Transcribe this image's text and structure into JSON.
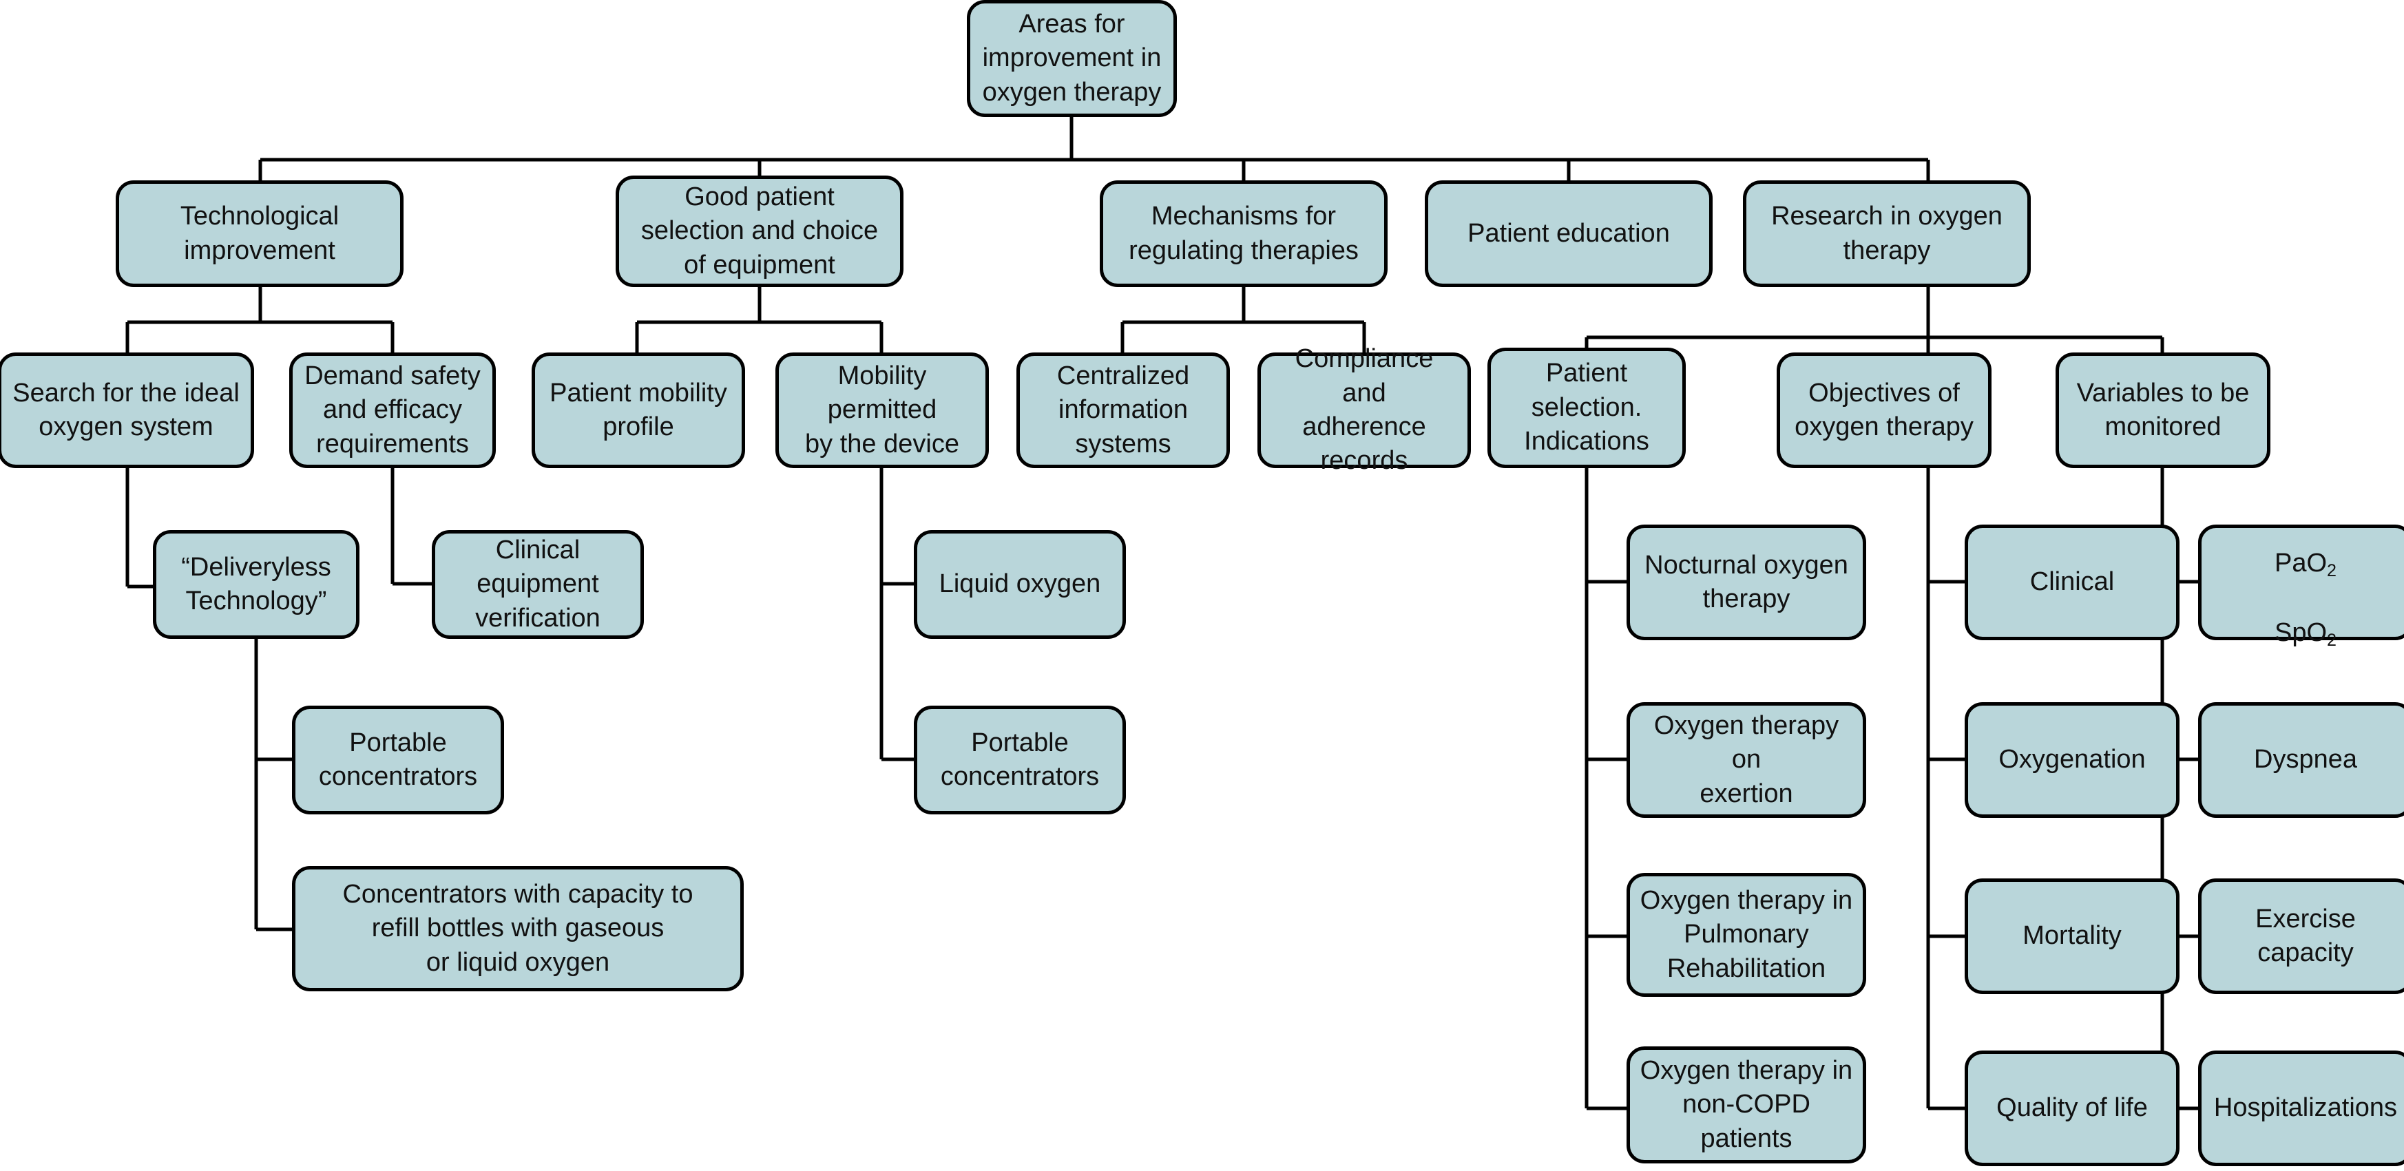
{
  "diagram": {
    "title": "Areas for improvement in oxygen therapy",
    "node_fill_color": "#b9d6da",
    "node_border_color": "#000000",
    "connector_color": "#000000",
    "background_color": "#ffffff"
  },
  "nodes": {
    "root": {
      "label": "Areas for\nimprovement in\noxygen therapy"
    },
    "l2_technological": {
      "label": "Technological\nimprovement"
    },
    "l2_good_patient": {
      "label": "Good patient\nselection and choice\nof equipment"
    },
    "l2_mechanisms": {
      "label": "Mechanisms for\nregulating therapies"
    },
    "l2_patient_education": {
      "label": "Patient education"
    },
    "l2_research": {
      "label": "Research in oxygen\ntherapy"
    },
    "l3_search_ideal": {
      "label": "Search for the ideal\noxygen system"
    },
    "l3_demand_safety": {
      "label": "Demand safety\nand efficacy\nrequirements"
    },
    "l3_patient_mobility": {
      "label": "Patient mobility\nprofile"
    },
    "l3_mobility_device": {
      "label": "Mobility permitted\nby the device"
    },
    "l3_centralized": {
      "label": "Centralized\ninformation\nsystems"
    },
    "l3_compliance": {
      "label": "Compliance\nand\nadherence records"
    },
    "l3_patient_selection": {
      "label": "Patient\nselection.\nIndications"
    },
    "l3_objectives": {
      "label": "Objectives of\noxygen therapy"
    },
    "l3_variables": {
      "label": "Variables to be\nmonitored"
    },
    "l4_deliveryless": {
      "label": "“Deliveryless\nTechnology”"
    },
    "l4_clinical_equipment": {
      "label": "Clinical equipment\nverification"
    },
    "l4_liquid_oxygen": {
      "label": "Liquid oxygen"
    },
    "l4_portable_conc_mid": {
      "label": "Portable\nconcentrators"
    },
    "l5_portable_conc_left": {
      "label": "Portable\nconcentrators"
    },
    "l5_concentrators_refill": {
      "label": "Concentrators with capacity to\nrefill bottles with gaseous\nor liquid oxygen"
    },
    "l4_nocturnal": {
      "label": "Nocturnal oxygen\ntherapy"
    },
    "l4_exertion": {
      "label": "Oxygen therapy on\nexertion"
    },
    "l4_pulm_rehab": {
      "label": "Oxygen therapy in\nPulmonary\nRehabilitation"
    },
    "l4_non_copd": {
      "label": "Oxygen therapy in\nnon-COPD patients"
    },
    "l4_clinical": {
      "label": "Clinical"
    },
    "l4_oxygenation": {
      "label": "Oxygenation"
    },
    "l4_mortality": {
      "label": "Mortality"
    },
    "l4_quality_of_life": {
      "label": "Quality of life"
    },
    "l4_pao2_spo2": {
      "line1": "PaO",
      "sub1": "2",
      "line2": "SpO",
      "sub2": "2"
    },
    "l4_dyspnea": {
      "label": "Dyspnea"
    },
    "l4_exercise_capacity": {
      "label": "Exercise\ncapacity"
    },
    "l4_hospitalizations": {
      "label": "Hospitalizations"
    }
  }
}
